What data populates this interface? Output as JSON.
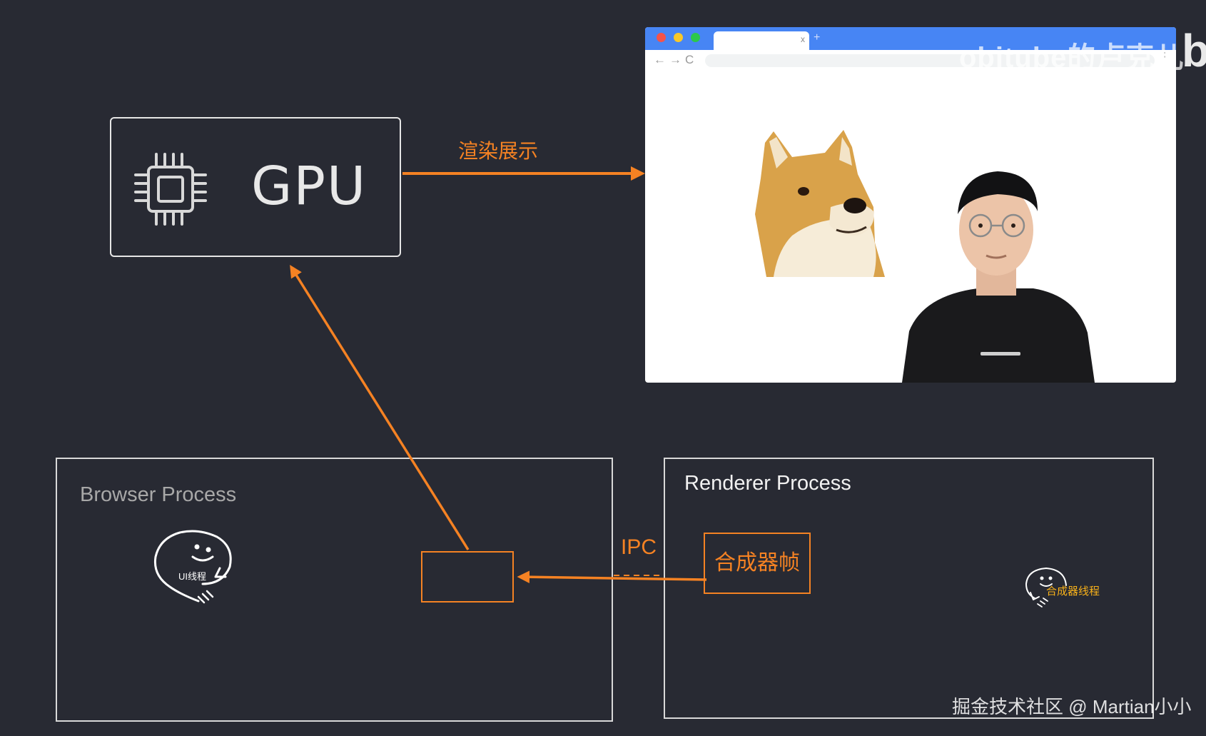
{
  "gpu": {
    "label": "GPU",
    "chip_icon": "cpu-chip-icon"
  },
  "arrows": {
    "render_label": "渲染展示",
    "ipc_label": "IPC",
    "color": "#f58223"
  },
  "browser_window": {
    "tab_close": "x",
    "tab_plus": "+",
    "nav_icons": "←→C",
    "menu_icon": "⋮"
  },
  "watermarks": {
    "top": "objtube的卢克儿",
    "top_logo": "b",
    "footer": "掘金技术社区 @ Martian小小"
  },
  "browser_process": {
    "title": "Browser Process",
    "thread_label": "UI线程"
  },
  "renderer_process": {
    "title": "Renderer Process",
    "frame_label": "合成器帧",
    "thread_label": "合成器线程"
  },
  "colors": {
    "background": "#282a33",
    "accent": "#f58223",
    "thread_accent": "#f9b21a",
    "browser_chrome": "#4785f4"
  }
}
